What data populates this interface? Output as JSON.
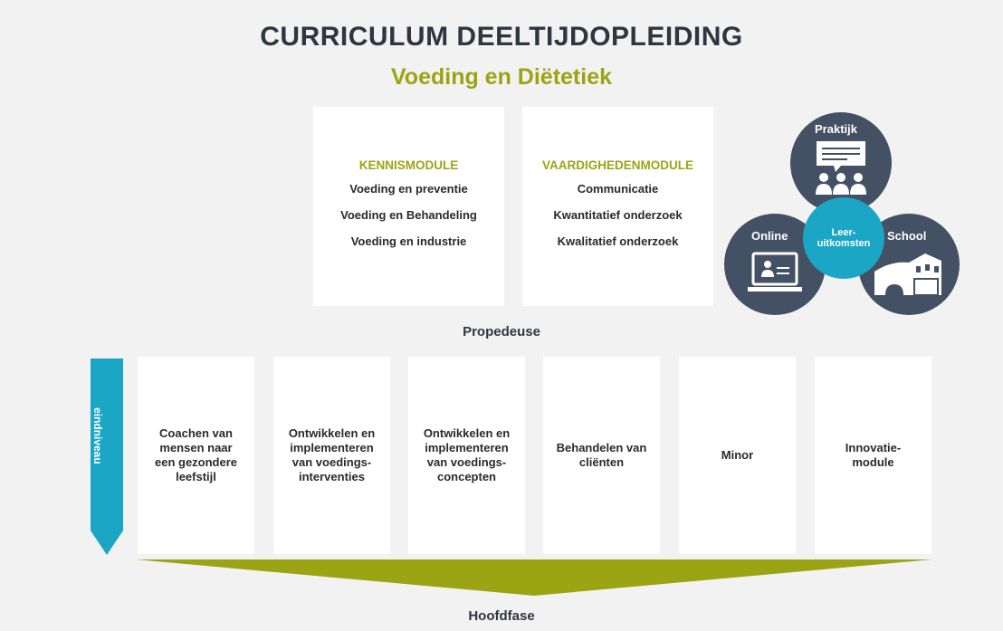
{
  "header": {
    "title": "CURRICULUM DEELTIJDOPLEIDING",
    "subtitle": "Voeding en Diëtetiek"
  },
  "modules": [
    {
      "heading": "KENNISMODULE",
      "items": [
        "Voeding en preventie",
        "Voeding en Behandeling",
        "Voeding en industrie"
      ]
    },
    {
      "heading": "VAARDIGHEDENMODULE",
      "items": [
        "Communicatie",
        "Kwantitatief onderzoek",
        "Kwalitatief onderzoek"
      ]
    }
  ],
  "learning_circles": {
    "center_line1": "Leer-",
    "center_line2": "uitkomsten",
    "top": "Praktijk",
    "left": "Online",
    "right": "School",
    "icons": [
      "people-presentation-icon",
      "laptop-icon",
      "school-building-icon"
    ]
  },
  "propedeuse_label": "Propedeuse",
  "vertical_label": "eindniveau",
  "phase_modules": [
    "Coachen van\nmensen naar\neen gezondere\nleefstijl",
    "Ontwikkelen en\nimplementeren\nvan voedings-\ninterventies",
    "Ontwikkelen en\nimplementeren\nvan voedings-\nconcepten",
    "Behandelen van\ncliënten",
    "Minor",
    "Innovatie-\nmodule"
  ],
  "hoofdfase_label": "Hoofdfase",
  "colors": {
    "navy": "#445165",
    "teal": "#1ba6c6",
    "olive": "#9ba413",
    "dark_text": "#2f3640"
  }
}
